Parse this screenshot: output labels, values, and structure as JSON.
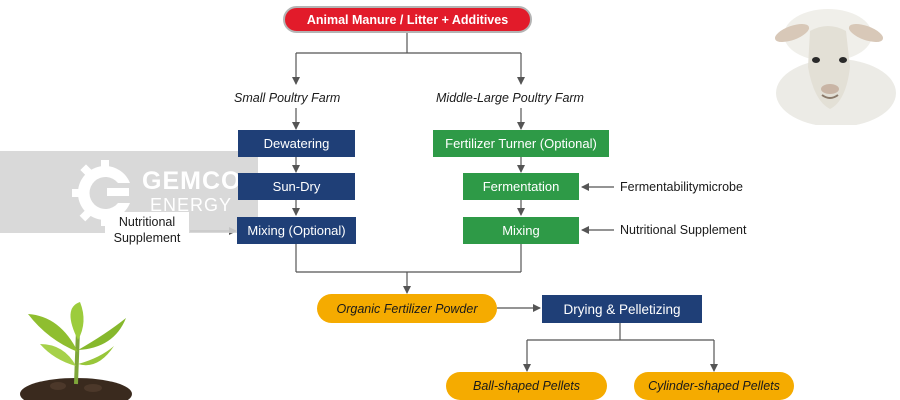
{
  "diagram": {
    "top_box": "Animal  Manure / Litter   +   Additives",
    "branch_small": "Small Poultry Farm",
    "branch_large": "Middle-Large  Poultry Farm",
    "left_steps": [
      "Dewatering",
      "Sun-Dry",
      "Mixing (Optional)"
    ],
    "right_steps": [
      "Fertilizer Turner (Optional)",
      "Fermentation",
      "Mixing"
    ],
    "left_input": [
      "Nutritional",
      "Supplement"
    ],
    "right_inputs": [
      "Fermentabilitymicrobe",
      "Nutritional Supplement"
    ],
    "powder": "Organic Fertilizer Powder",
    "process": "Drying & Pelletizing",
    "outputs": [
      "Ball-shaped Pellets",
      "Cylinder-shaped Pellets"
    ]
  },
  "watermark": {
    "brand": "GEMCO",
    "sub": "ENERGY"
  },
  "colors": {
    "blue": "#1f3f77",
    "green": "#2e9a47",
    "orange": "#f5ab00",
    "red": "#e21b2a"
  },
  "icons": [
    "sheep-photo",
    "seedling-photo",
    "gear-logo-icon"
  ]
}
